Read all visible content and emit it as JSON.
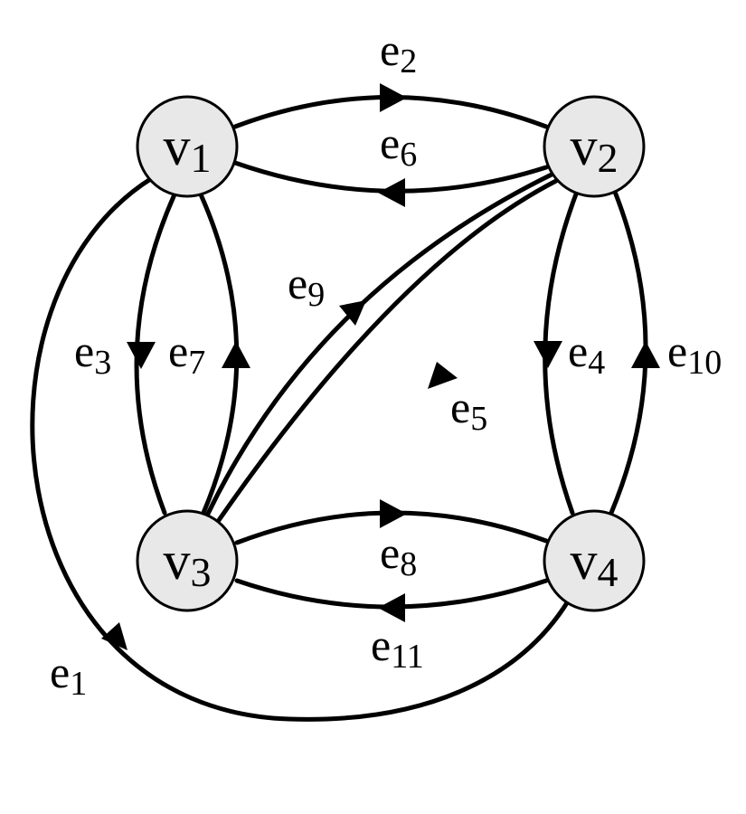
{
  "style": {
    "node_fill": "#e8e8e8",
    "stroke": "#000000",
    "background": "#ffffff"
  },
  "vertices": [
    {
      "id": "v1",
      "base": "v",
      "sub": "1"
    },
    {
      "id": "v2",
      "base": "v",
      "sub": "2"
    },
    {
      "id": "v3",
      "base": "v",
      "sub": "3"
    },
    {
      "id": "v4",
      "base": "v",
      "sub": "4"
    }
  ],
  "edges": [
    {
      "id": "e1",
      "base": "e",
      "sub": "1",
      "from": "v1",
      "to": "v4"
    },
    {
      "id": "e2",
      "base": "e",
      "sub": "2",
      "from": "v1",
      "to": "v2"
    },
    {
      "id": "e3",
      "base": "e",
      "sub": "3",
      "from": "v1",
      "to": "v3"
    },
    {
      "id": "e4",
      "base": "e",
      "sub": "4",
      "from": "v2",
      "to": "v4"
    },
    {
      "id": "e5",
      "base": "e",
      "sub": "5",
      "from": "v2",
      "to": "v3"
    },
    {
      "id": "e6",
      "base": "e",
      "sub": "6",
      "from": "v2",
      "to": "v1"
    },
    {
      "id": "e7",
      "base": "e",
      "sub": "7",
      "from": "v3",
      "to": "v1"
    },
    {
      "id": "e8",
      "base": "e",
      "sub": "8",
      "from": "v3",
      "to": "v4"
    },
    {
      "id": "e9",
      "base": "e",
      "sub": "9",
      "from": "v3",
      "to": "v2"
    },
    {
      "id": "e10",
      "base": "e",
      "sub": "10",
      "from": "v4",
      "to": "v2"
    },
    {
      "id": "e11",
      "base": "e",
      "sub": "11",
      "from": "v4",
      "to": "v3"
    }
  ]
}
